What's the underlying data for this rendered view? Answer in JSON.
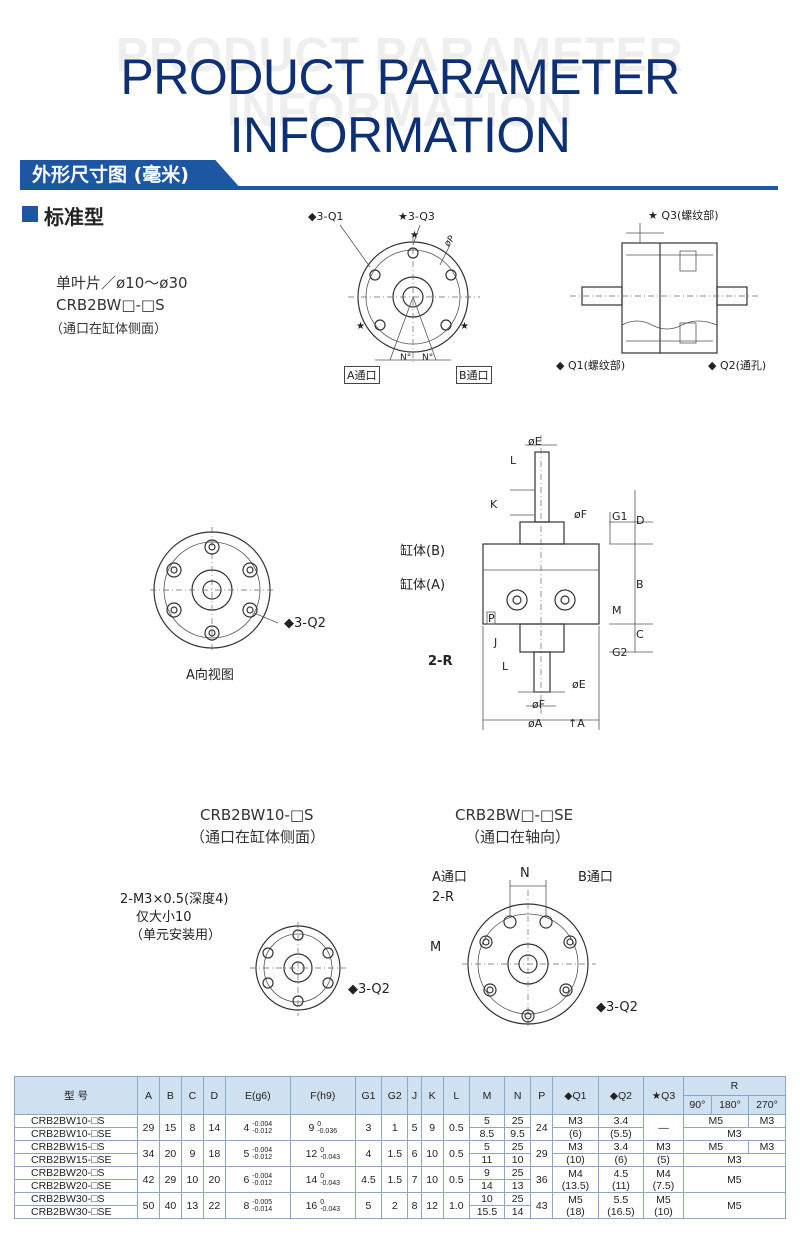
{
  "header": {
    "title": "PRODUCT PARAMETER INFORMATION",
    "ghost": "PRODUCT PARAMETER INFORMATION"
  },
  "section": {
    "ribbon": "外形尺寸图 (毫米)",
    "subtitle": "标准型"
  },
  "intro": {
    "line1": "单叶片／ø10～ø30",
    "line2": "CRB2BW□-□S",
    "line3": "（通口在缸体侧面）"
  },
  "fig1": {
    "q1": "◆3-Q1",
    "q3": "★3-Q3",
    "p": "øP",
    "a_port": "A通口",
    "b_port": "B通口",
    "n1": "N°",
    "n2": "N°"
  },
  "fig2": {
    "q3": "★ Q3(螺纹部)",
    "q1": "◆ Q1(螺纹部)",
    "q2": "◆ Q2(通孔)"
  },
  "fig3": {
    "q2": "◆3-Q2",
    "caption": "A向视图"
  },
  "fig4": {
    "oE_top": "øE",
    "L_top": "L",
    "K": "K",
    "oF_top": "øF",
    "G1": "G1",
    "D": "D",
    "bodyB": "缸体(B)",
    "bodyA": "缸体(A)",
    "B": "B",
    "M": "M",
    "C": "C",
    "P": "P",
    "J": "J",
    "L_bot": "L",
    "G2": "G2",
    "R": "2-R",
    "oE_bot": "øE",
    "oF_bot": "øF",
    "oA": "øA",
    "arrowA": "A"
  },
  "fig5": {
    "title": "CRB2BW10-□S",
    "sub": "（通口在缸体侧面）",
    "note1": "2-M3×0.5(深度4)",
    "note2": "仅大小10",
    "note3": "（单元安装用）",
    "q2": "◆3-Q2"
  },
  "fig6": {
    "title": "CRB2BW□-□SE",
    "sub": "（通口在轴向）",
    "a_port": "A通口",
    "n": "N",
    "b_port": "B通口",
    "r": "2-R",
    "m": "M",
    "q2": "◆3-Q2"
  },
  "table": {
    "headers": [
      "型 号",
      "A",
      "B",
      "C",
      "D",
      "E(g6)",
      "F(h9)",
      "G1",
      "G2",
      "J",
      "K",
      "L",
      "M",
      "N",
      "P",
      "◆Q1",
      "◆Q2",
      "★Q3",
      "R"
    ],
    "r_sub": [
      "90°",
      "180°",
      "270°"
    ],
    "groups": [
      {
        "models": [
          "CRB2BW10-□S",
          "CRB2BW10-□SE"
        ],
        "A": "29",
        "B": "15",
        "C": "8",
        "D": "14",
        "E": "4",
        "E_tol": [
          "-0.004",
          "-0.012"
        ],
        "F": "9",
        "F_tol": [
          "0",
          "-0.036"
        ],
        "G1": "3",
        "G2": "1",
        "J": "5",
        "K": "9",
        "L": "0.5",
        "M": [
          "5",
          "8.5"
        ],
        "N": [
          "25",
          "9.5"
        ],
        "P": "24",
        "Q1": [
          "M3",
          "(6)"
        ],
        "Q2": [
          "3.4",
          "(5.5)"
        ],
        "Q3": "—",
        "R1": [
          "M5",
          "M3"
        ],
        "R2": "M3"
      },
      {
        "models": [
          "CRB2BW15-□S",
          "CRB2BW15-□SE"
        ],
        "A": "34",
        "B": "20",
        "C": "9",
        "D": "18",
        "E": "5",
        "E_tol": [
          "-0.004",
          "-0.012"
        ],
        "F": "12",
        "F_tol": [
          "0",
          "-0.043"
        ],
        "G1": "4",
        "G2": "1.5",
        "J": "6",
        "K": "10",
        "L": "0.5",
        "M": [
          "5",
          "11"
        ],
        "N": [
          "25",
          "10"
        ],
        "P": "29",
        "Q1": [
          "M3",
          "(10)"
        ],
        "Q2": [
          "3.4",
          "(6)"
        ],
        "Q3": [
          "M3",
          "(5)"
        ],
        "R1": [
          "M5",
          "M3"
        ],
        "R2": "M3"
      },
      {
        "models": [
          "CRB2BW20-□S",
          "CRB2BW20-□SE"
        ],
        "A": "42",
        "B": "29",
        "C": "10",
        "D": "20",
        "E": "6",
        "E_tol": [
          "-0.004",
          "-0.012"
        ],
        "F": "14",
        "F_tol": [
          "0",
          "-0.043"
        ],
        "G1": "4.5",
        "G2": "1.5",
        "J": "7",
        "K": "10",
        "L": "0.5",
        "M": [
          "9",
          "14"
        ],
        "N": [
          "25",
          "13"
        ],
        "P": "36",
        "Q1": [
          "M4",
          "(13.5)"
        ],
        "Q2": [
          "4.5",
          "(11)"
        ],
        "Q3": [
          "M4",
          "(7.5)"
        ],
        "R": "M5"
      },
      {
        "models": [
          "CRB2BW30-□S",
          "CRB2BW30-□SE"
        ],
        "A": "50",
        "B": "40",
        "C": "13",
        "D": "22",
        "E": "8",
        "E_tol": [
          "-0.005",
          "-0.014"
        ],
        "F": "16",
        "F_tol": [
          "0",
          "-0.043"
        ],
        "G1": "5",
        "G2": "2",
        "J": "8",
        "K": "12",
        "L": "1.0",
        "M": [
          "10",
          "15.5"
        ],
        "N": [
          "25",
          "14"
        ],
        "P": "43",
        "Q1": [
          "M5",
          "(18)"
        ],
        "Q2": [
          "5.5",
          "(16.5)"
        ],
        "Q3": [
          "M5",
          "(10)"
        ],
        "R": "M5"
      }
    ]
  }
}
